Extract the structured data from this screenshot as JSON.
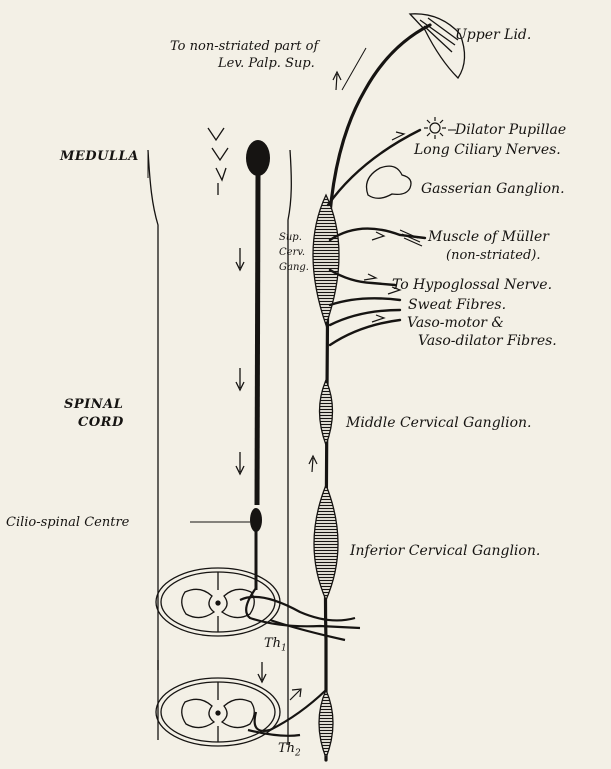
{
  "labels": {
    "upper_lid": "Upper Lid.",
    "to_non_striated_line1": "To non-striated part of",
    "to_non_striated_line2": "Lev. Palp. Sup.",
    "medulla": "MEDULLA",
    "dilator_pupillae": "Dilator Pupillae",
    "long_ciliary_nerves": "Long Ciliary Nerves.",
    "gasserian_ganglion": "Gasserian Ganglion.",
    "muscle_of_muller": "Muscle of Müller",
    "non_striated": "(non-striated).",
    "sup_cerv_gang_1": "Sup.",
    "sup_cerv_gang_2": "Cerv.",
    "sup_cerv_gang_3": "Gang.",
    "to_hypoglossal": "To Hypoglossal Nerve.",
    "sweat_fibres": "Sweat Fibres.",
    "vaso_motor": "Vaso-motor &",
    "vaso_dilator": "Vaso-dilator Fibres.",
    "spinal": "SPINAL",
    "cord": "CORD",
    "middle_cervical_ganglion": "Middle Cervical Ganglion.",
    "cilio_spinal_centre": "Cilio-spinal Centre",
    "inferior_cervical_ganglion": "Inferior Cervical Ganglion.",
    "th1": "Th",
    "th1_sub": "1",
    "th2": "Th",
    "th2_sub": "2"
  },
  "colors": {
    "background": "#f3f0e6",
    "ink": "#161412"
  }
}
